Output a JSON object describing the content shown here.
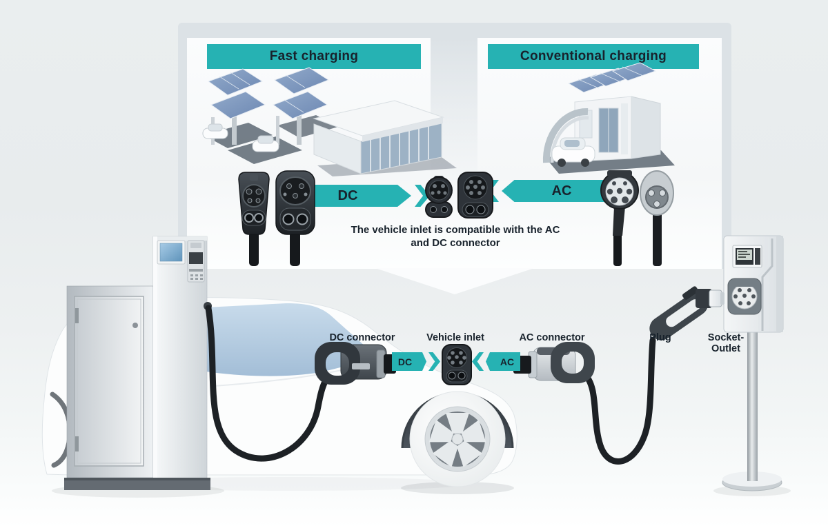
{
  "colors": {
    "teal": "#26b2b3",
    "text-dark": "#18222c",
    "bubble-gray": "#dce2e6",
    "panel-white": "#fafcfd",
    "page-bg": "#e9edee",
    "glass-blue": "#b7cfe3",
    "solar-blue": "#7e9cc4",
    "connector-dark": "#2c3136"
  },
  "bubble": {
    "fast_panel": {
      "header": "Fast charging",
      "flow_label": "DC"
    },
    "conventional_panel": {
      "header": "Conventional charging",
      "flow_label": "AC"
    },
    "note": {
      "line1": "The vehicle inlet is compatible with the AC",
      "line2": "and DC connector"
    }
  },
  "scene": {
    "labels": {
      "dc_connector": "DC connector",
      "vehicle_inlet": "Vehicle inlet",
      "ac_connector": "AC connector",
      "plug": "Plug",
      "socket_outlet_line1": "Socket-",
      "socket_outlet_line2": "Outlet"
    },
    "flow": {
      "dc": "DC",
      "ac": "AC"
    }
  },
  "icons": {
    "chevron_right": "❯",
    "chevron_left": "❮"
  }
}
